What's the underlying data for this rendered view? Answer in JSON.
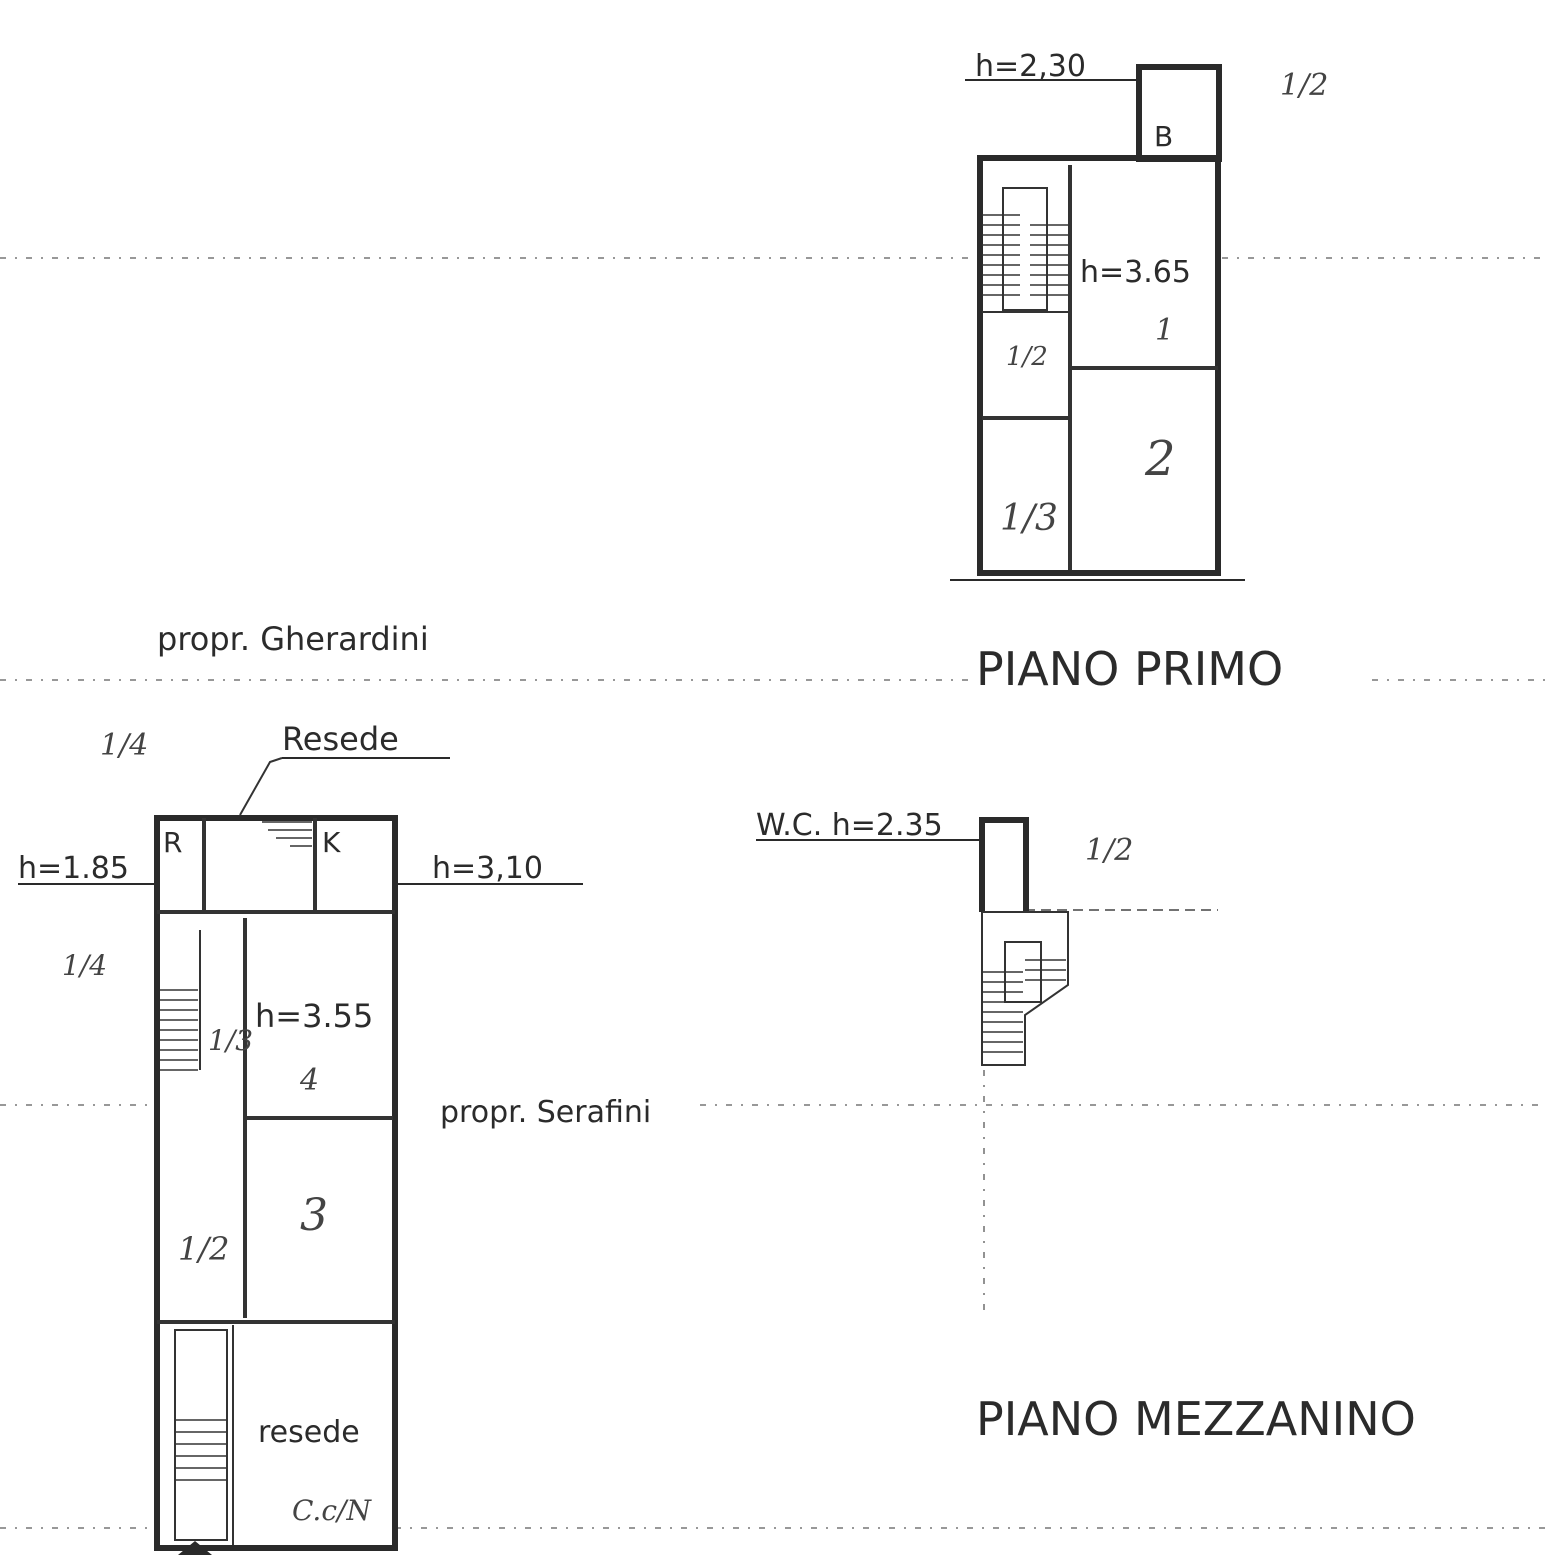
{
  "floors": {
    "primo": {
      "title": "PIANO  PRIMO",
      "height_main": "h=3.65",
      "height_annex": "h=2,30",
      "annex_label": "B",
      "room_numbers": [
        "1",
        "2"
      ],
      "annotations": [
        "1/2",
        "1/2",
        "1/3"
      ]
    },
    "mezzanino": {
      "title": "PIANO  MEZZANINO",
      "height_wc": "W.C.  h=2.35",
      "annotation": "1/2"
    },
    "terra": {
      "height_main": "h=3.55",
      "height_left": "h=1.85",
      "height_right": "h=3,10",
      "resede_top": "Resede",
      "resede_bottom": "resede",
      "room_r": "R",
      "room_k": "K",
      "room_numbers": [
        "4",
        "3"
      ],
      "annotations": [
        "1/4",
        "1/4",
        "1/3",
        "1/2"
      ],
      "bottom_note": "C.c/N"
    }
  },
  "neighbours": {
    "north": "propr.  Gherardini",
    "east": "propr.  Serafini"
  }
}
